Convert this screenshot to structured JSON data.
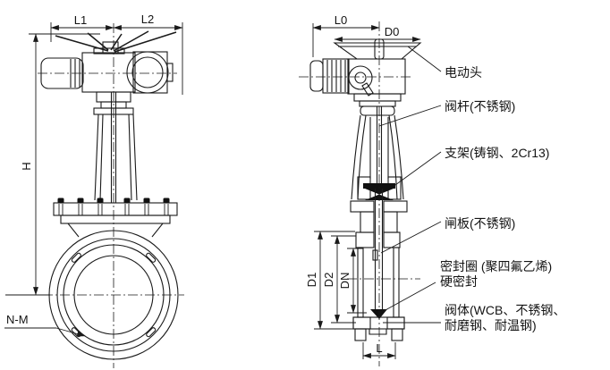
{
  "colors": {
    "line": "#1a1a1a",
    "background": "#ffffff"
  },
  "left_view": {
    "dims": {
      "l1": "L1",
      "l2": "L2",
      "h": "H",
      "nm": "N-M"
    }
  },
  "right_view": {
    "dims": {
      "l0": "L0",
      "d0": "D0",
      "d1": "D1",
      "d2": "D2",
      "dn": "DN",
      "l": "L"
    }
  },
  "callouts": {
    "actuator": "电动头",
    "stem": "阀杆(不锈钢)",
    "bracket": "支架(铸钢、2Cr13)",
    "gate": "闸板(不锈钢)",
    "seal_line1": "密封圈 (聚四氟乙烯)",
    "seal_line2": "硬密封",
    "body_line1": "阀体(WCB、不锈钢、",
    "body_line2": "耐磨钢、耐温钢)"
  }
}
